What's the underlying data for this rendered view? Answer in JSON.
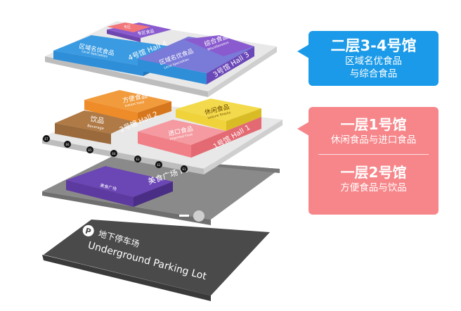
{
  "colors": {
    "hall4": "#2f8ed8",
    "hall3": "#7f55c9",
    "hall4_top": "#ef6b6e",
    "hall2_top": "#ef8c2a",
    "beverage": "#9a6a3c",
    "hall1_top": "#f0d33a",
    "hall1": "#f07f87",
    "food_court": "#5d3aa0",
    "parking": "#505050",
    "callout_upper": "#1a9ae8",
    "callout_lower": "#f6868a"
  },
  "floor2": {
    "hall4_top_label": "专区",
    "hall4_top2_label": "专区食品",
    "hall4_label": "区域名优食品",
    "hall4_sub": "Local Specialties",
    "hall4_name": "4号馆 Hall 4",
    "hall3_top_label": "综合食品",
    "hall3_top_sub": "Miscellaneous",
    "hall3_label": "区域名优食品",
    "hall3_sub": "Local Specialties",
    "hall3_name": "3号馆 Hall 3"
  },
  "floor1": {
    "hall2_top_label": "方便食品",
    "hall2_top_sub": "Instant Food",
    "beverage_label": "饮品",
    "beverage_sub": "Beverage",
    "hall2_name": "2号馆 Hall 2",
    "snacks_label": "休闲食品",
    "snacks_sub": "Leisure Snacks",
    "imported_label": "进口食品",
    "imported_sub": "Imported Food",
    "hall1_name": "1号馆 Hall 1",
    "entrances": [
      "E7",
      "E6",
      "E5",
      "E4",
      "E3",
      "E2",
      "E1"
    ]
  },
  "basement": {
    "food_court_label": "美食广场 Food Court",
    "food_court_small": "美食广场",
    "parking_icon": "P",
    "parking_cn": "地下停车场",
    "parking_en": "Underground Parking Lot"
  },
  "callouts": {
    "upper": {
      "title": "二层3-4号馆",
      "line1": "区域名优食品",
      "line2": "与综合食品"
    },
    "lower1": {
      "title": "一层1号馆",
      "line1": "休闲食品与进口食品"
    },
    "lower2": {
      "title": "一层2号馆",
      "line1": "方便食品与饮品"
    }
  }
}
